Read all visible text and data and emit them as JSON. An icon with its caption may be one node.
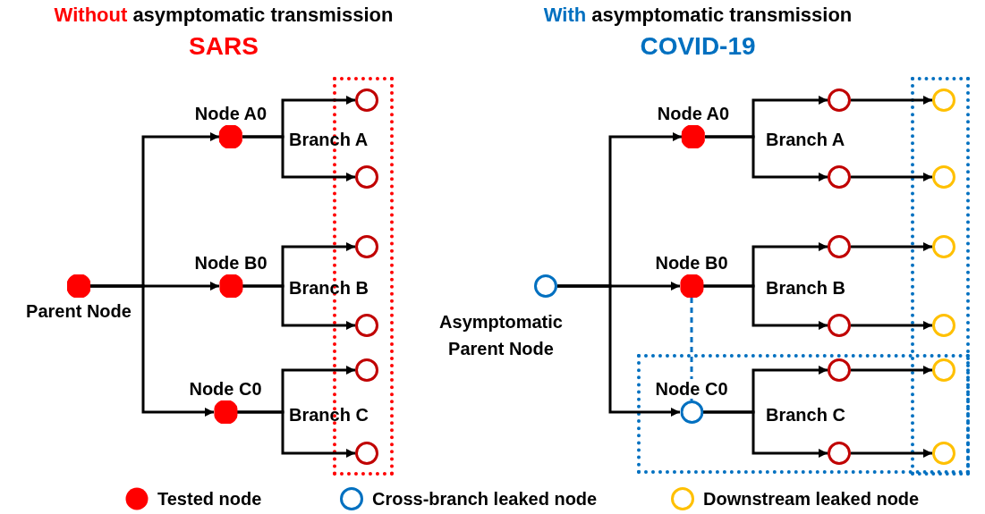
{
  "diagram": {
    "nodes": [
      {
        "text": [
          "Parent Node"
        ]
      },
      {
        "text": [
          "Node A0"
        ]
      },
      {
        "text": [
          "Node B0"
        ]
      },
      {
        "text": [
          "Node C0"
        ]
      },
      {
        "text": [],
        "shape": "box"
      },
      {
        "text": [],
        "shape": "circle",
        "in": 4
      },
      {
        "text": [],
        "shape": "circle",
        "in": 4
      },
      {
        "text": [],
        "shape": "circle",
        "in": 4
      },
      {
        "text": [],
        "shape": "circle",
        "in": 4
      },
      {
        "text": [],
        "shape": "circle",
        "in": 4
      },
      {
        "text": [],
        "shape": "circle",
        "in": 4
      },
      {
        "text": [
          "Asymptomatic Parent Node"
        ]
      },
      {
        "text": [
          "Node A0"
        ]
      },
      {
        "text": [
          "Node B0"
        ]
      },
      {
        "text": [],
        "shape": "box"
      },
      {
        "text": [],
        "shape": "box"
      },
      {
        "text": [
          "Node C0"
        ],
        "in": 15
      },
      {
        "text": [],
        "shape": "circle"
      },
      {
        "text": [],
        "shape": "circle"
      },
      {
        "text": [],
        "shape": "circle"
      },
      {
        "text": [],
        "shape": "circle"
      },
      {
        "text": [],
        "shape": "circle",
        "in": 15
      },
      {
        "text": [],
        "shape": "circle",
        "in": 15
      },
      {
        "text": [],
        "shape": "circle",
        "in": 14
      },
      {
        "text": [],
        "shape": "circle",
        "in": 14
      },
      {
        "text": [],
        "shape": "circle",
        "in": 14
      },
      {
        "text": [],
        "shape": "circle",
        "in": 14
      },
      {
        "text": [],
        "shape": "circle"
      },
      {
        "text": [],
        "shape": "circle"
      }
    ],
    "edges": [
      {
        "from": 0,
        "to": 1,
        "arrow": "to"
      },
      {
        "from": 0,
        "to": 2,
        "arrow": "to"
      },
      {
        "from": 0,
        "to": 3,
        "arrow": "to"
      },
      {
        "from": 1,
        "to": 5,
        "arrow": "to"
      },
      {
        "from": 1,
        "to": 6,
        "arrow": "to"
      },
      {
        "from": 2,
        "to": 7,
        "arrow": "to"
      },
      {
        "from": 2,
        "to": 8,
        "arrow": "to"
      },
      {
        "from": 3,
        "to": 9,
        "arrow": "to"
      },
      {
        "from": 3,
        "to": 10,
        "arrow": "to"
      },
      {
        "from": 11,
        "to": 12,
        "arrow": "to"
      },
      {
        "from": 11,
        "to": 13,
        "arrow": "to"
      },
      {
        "from": 11,
        "to": 16,
        "arrow": "to"
      },
      {
        "from": 12,
        "to": 17,
        "arrow": "to"
      },
      {
        "from": 12,
        "to": 18,
        "arrow": "to"
      },
      {
        "from": 13,
        "to": 19,
        "arrow": "to"
      },
      {
        "from": 13,
        "to": 20,
        "arrow": "to"
      },
      {
        "from": 16,
        "to": 21,
        "arrow": "to"
      },
      {
        "from": 16,
        "to": 22,
        "arrow": "to"
      },
      {
        "from": 17,
        "to": 23,
        "arrow": "to"
      },
      {
        "from": 18,
        "to": 24,
        "arrow": "to"
      },
      {
        "from": 19,
        "to": 25,
        "arrow": "to"
      },
      {
        "from": 20,
        "to": 26,
        "arrow": "to"
      },
      {
        "from": 21,
        "to": 27,
        "arrow": "to"
      },
      {
        "from": 22,
        "to": 28,
        "arrow": "to"
      },
      {
        "from": 13,
        "to": 16,
        "arrow": "to",
        "style": "dashed",
        "color": "#0070c0"
      }
    ],
    "labels": [
      "Without asymptomatic transmission",
      "SARS",
      "With asymptomatic transmission",
      "COVID-19",
      "Branch A",
      "Branch B",
      "Branch C",
      "Branch A",
      "Branch B",
      "Branch C"
    ],
    "legend": [
      {
        "text": "Tested node",
        "color": "#ff0000"
      },
      {
        "text": "Cross-branch leaked node"
      },
      {
        "text": "Downstream leaked node"
      }
    ]
  }
}
